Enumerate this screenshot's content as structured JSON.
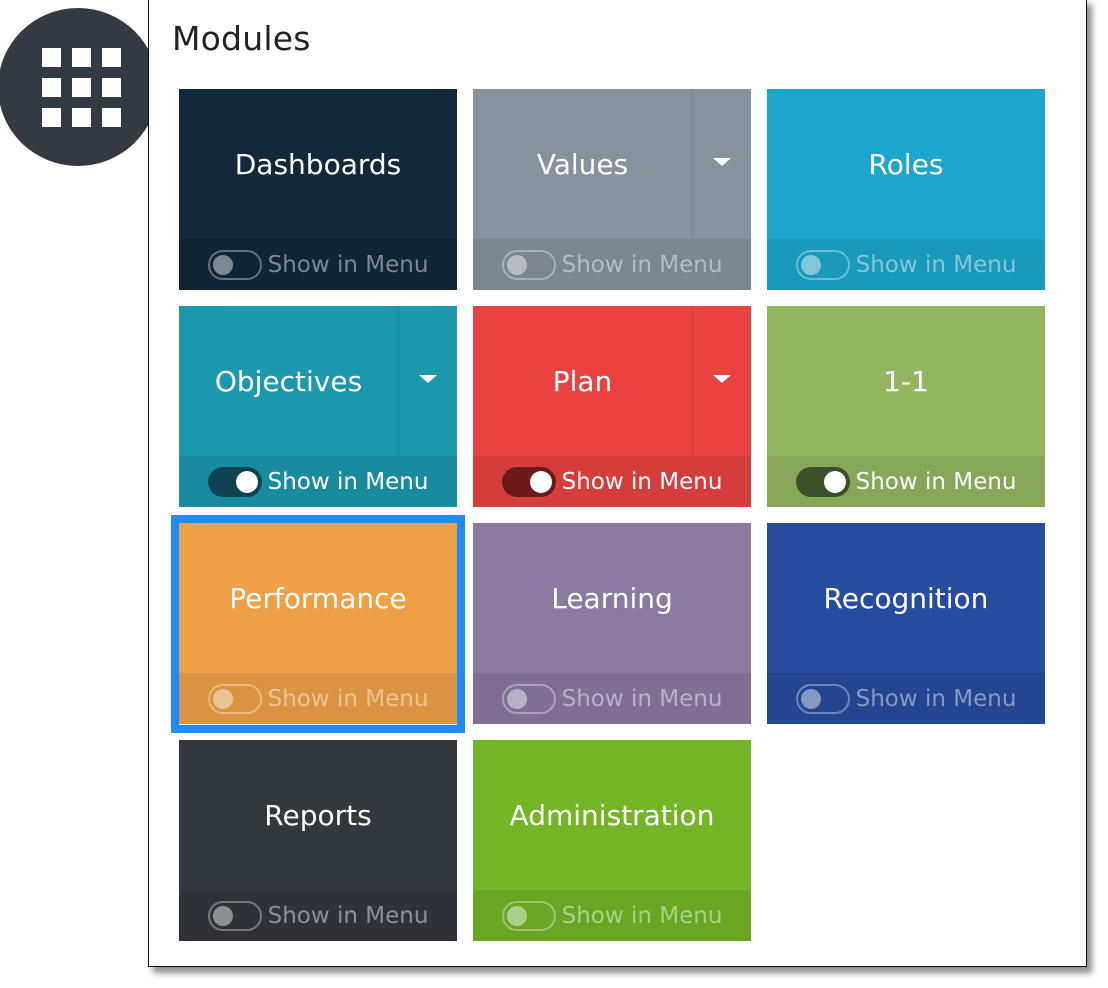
{
  "apps_button": {
    "icon": "grid-3x3-icon",
    "background": "#343a41"
  },
  "panel": {
    "title": "Modules"
  },
  "toggle_label": "Show in Menu",
  "modules": [
    {
      "label": "Dashboards",
      "color": "#13293a",
      "has_dropdown": false,
      "show_in_menu": false,
      "track_on": ""
    },
    {
      "label": "Values",
      "color": "#87929c",
      "has_dropdown": true,
      "show_in_menu": false,
      "track_on": ""
    },
    {
      "label": "Roles",
      "color": "#1ca6cc",
      "has_dropdown": false,
      "show_in_menu": false,
      "track_on": ""
    },
    {
      "label": "Objectives",
      "color": "#1b98ad",
      "has_dropdown": true,
      "show_in_menu": true,
      "track_on": "#0e4451"
    },
    {
      "label": "Plan",
      "color": "#e84340",
      "has_dropdown": true,
      "show_in_menu": true,
      "track_on": "#6e1a1a"
    },
    {
      "label": "1-1",
      "color": "#93b55f",
      "has_dropdown": false,
      "show_in_menu": true,
      "track_on": "#3d4f28"
    },
    {
      "label": "Performance",
      "color": "#eda046",
      "has_dropdown": false,
      "show_in_menu": false,
      "track_on": "",
      "selected": true
    },
    {
      "label": "Learning",
      "color": "#8a79a1",
      "has_dropdown": false,
      "show_in_menu": false,
      "track_on": ""
    },
    {
      "label": "Recognition",
      "color": "#264d9d",
      "has_dropdown": false,
      "show_in_menu": false,
      "track_on": ""
    },
    {
      "label": "Reports",
      "color": "#33373e",
      "has_dropdown": false,
      "show_in_menu": false,
      "track_on": ""
    },
    {
      "label": "Administration",
      "color": "#72b626",
      "has_dropdown": false,
      "show_in_menu": false,
      "track_on": ""
    }
  ],
  "selection_color": "#1e8bf8"
}
